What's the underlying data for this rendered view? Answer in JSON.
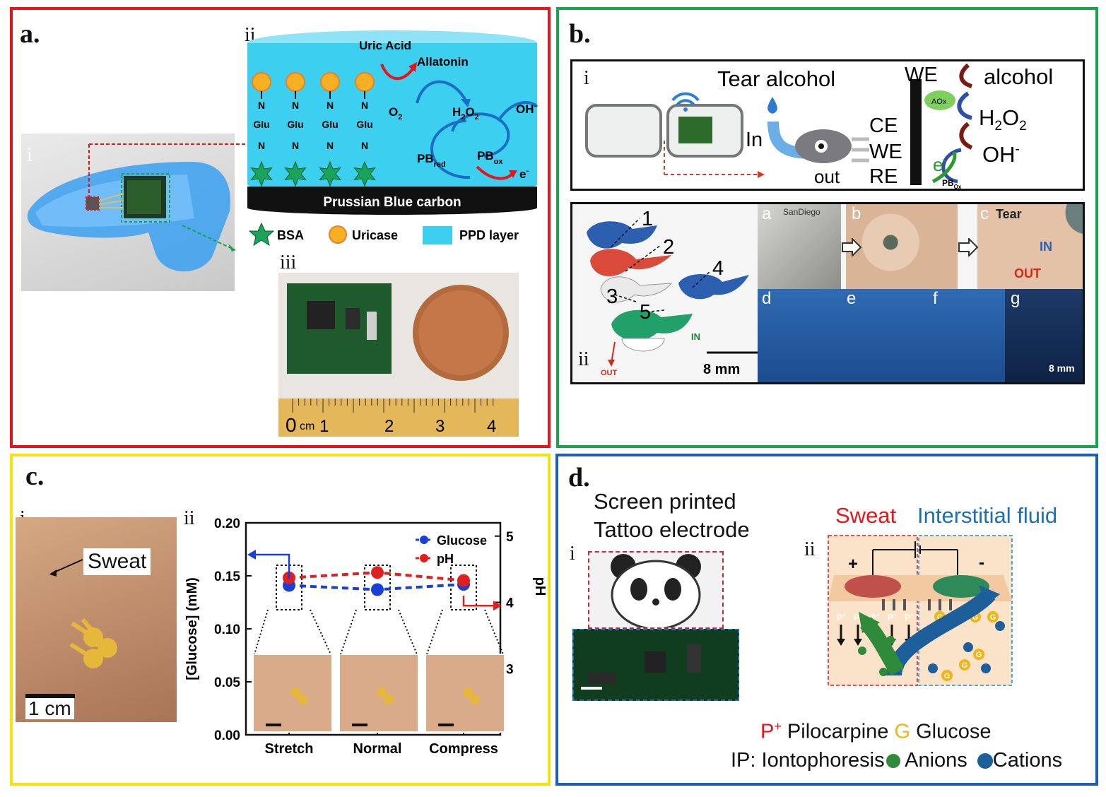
{
  "colors": {
    "panel_a": "#e8141c",
    "panel_b": "#19a34a",
    "panel_c": "#f4e40c",
    "panel_d": "#1d5fb4",
    "ppd": "#3ccfef",
    "glucose": "#1a3fd8",
    "ph": "#e02020"
  },
  "panel_a": {
    "label": "a.",
    "sub_i": "i",
    "sub_ii": "ii",
    "sub_iii": "iii",
    "uric_acid": "Uric Acid",
    "allantoin": "Allatonin",
    "o2": "O",
    "o2_sub": "2",
    "h2o2": "H",
    "h2o2_sub1": "2",
    "h2o2_o": "O",
    "h2o2_sub2": "2",
    "oh": "OH",
    "oh_sup": "-",
    "pb_red": "PB",
    "pb_red_sub": "red",
    "pb_ox": "PB",
    "pb_ox_sub": "ox",
    "e": "e",
    "e_sup": "-",
    "chain_n": "N",
    "chain_glu": "Glu",
    "layer": "Prussian Blue carbon",
    "legend": [
      "BSA",
      "Uricase",
      "PPD layer"
    ],
    "ruler": [
      "0",
      "cm",
      "1",
      "2",
      "3",
      "4"
    ]
  },
  "panel_b": {
    "label": "b.",
    "sub_i": "i",
    "sub_ii": "ii",
    "tear_alcohol": "Tear alcohol",
    "in": "In",
    "out": "out",
    "ce": "CE",
    "we": "WE",
    "re": "RE",
    "we_top": "WE",
    "alcohol": "alcohol",
    "aox": "AOx",
    "h2o2": "H",
    "h2o2_sub1": "2",
    "h2o2_o": "O",
    "h2o2_sub2": "2",
    "oh": "OH",
    "oh_sup": "-",
    "e": "e",
    "e_sup": "-",
    "pb_ox": "PB",
    "pb_ox_sub": "Ox",
    "layers": [
      "1",
      "2",
      "3",
      "4",
      "5"
    ],
    "in_small": "IN",
    "out_small": "OUT",
    "scale": "8 mm",
    "photo_letters": [
      "a",
      "b",
      "c",
      "d",
      "e",
      "f",
      "g"
    ],
    "tear": "Tear",
    "tear_in": "IN",
    "tear_out": "OUT",
    "photo_brand": "SanDiego",
    "scale_g": "8 mm"
  },
  "panel_c": {
    "label": "c.",
    "sub_i": "i",
    "sub_ii": "ii",
    "sweat": "Sweat",
    "scale": "1 cm",
    "chart_data": {
      "type": "scatter",
      "categories": [
        "Stretch",
        "Normal",
        "Compress"
      ],
      "ylabel": "[Glucose] (mM)",
      "y2label": "pH",
      "ylim": [
        0.0,
        0.2
      ],
      "y2lim": [
        2.0,
        5.2
      ],
      "yticks": [
        "0.00",
        "0.05",
        "0.10",
        "0.15",
        "0.20"
      ],
      "y2ticks": [
        "3",
        "4",
        "5"
      ],
      "series": [
        {
          "name": "Glucose",
          "axis": "left",
          "color": "#1a3fd8",
          "values": [
            0.141,
            0.137,
            0.142
          ]
        },
        {
          "name": "pH",
          "axis": "right",
          "color": "#e02020",
          "values": [
            4.37,
            4.45,
            4.33
          ]
        }
      ],
      "legend_position": "top-right"
    }
  },
  "panel_d": {
    "label": "d.",
    "sub_i": "i",
    "sub_ii": "ii",
    "title_line1": "Screen printed",
    "title_line2": "Tattoo electrode",
    "sweat": "Sweat",
    "interstitial": "Interstitial fluid",
    "plus": "+",
    "minus": "-",
    "p_mark": "P",
    "p_sup": "+",
    "g_mark": "G",
    "legend_p": "P",
    "legend_p_sup": "+",
    "legend_p_text": " Pilocarpine ",
    "legend_g": "G",
    "legend_g_text": " Glucose",
    "legend_ip": "IP: Iontophoresis",
    "legend_anions": " Anions",
    "legend_cations": "Cations"
  }
}
